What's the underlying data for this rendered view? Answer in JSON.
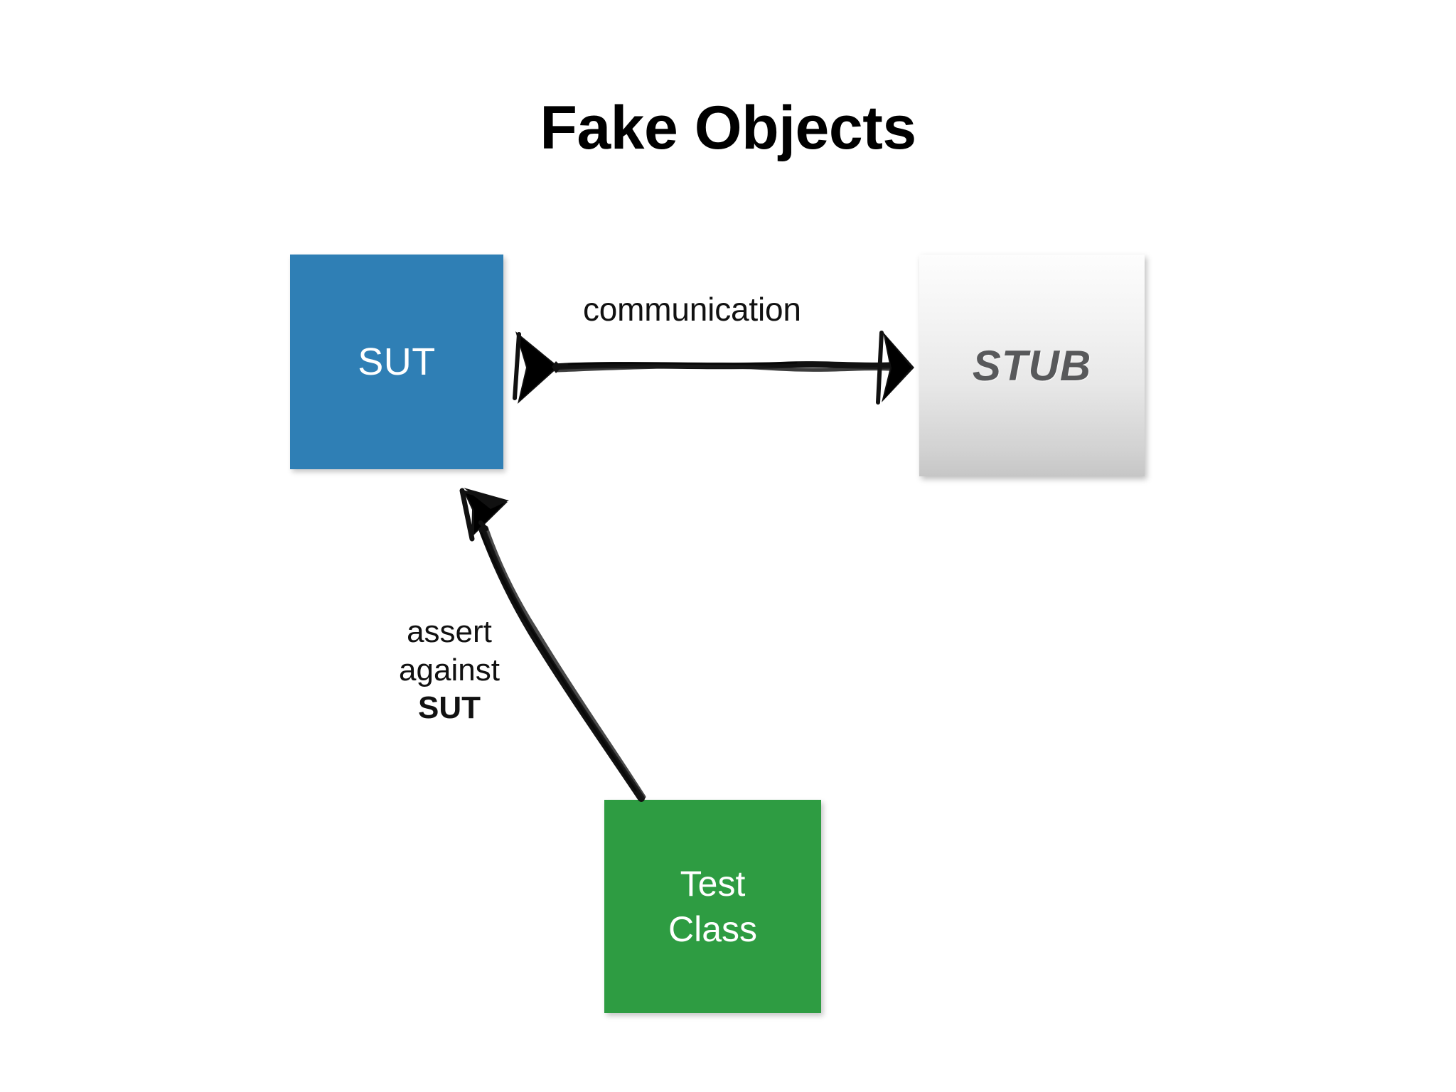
{
  "slide": {
    "background_color": "#ffffff",
    "title": "Fake Objects"
  },
  "nodes": [
    {
      "id": "sut",
      "label": "SUT",
      "role": "system-under-test",
      "fill_color": "#2f7fb5",
      "text_color": "#ffffff"
    },
    {
      "id": "stub",
      "label": "STUB",
      "role": "test-double",
      "fill_color": "#e8e8e8",
      "text_color": "#58595b"
    },
    {
      "id": "test-class",
      "label_line1": "Test",
      "label_line2": "Class",
      "role": "test-class",
      "fill_color": "#2e9c42",
      "text_color": "#ffffff"
    }
  ],
  "edges": [
    {
      "id": "sut-stub",
      "label": "communication",
      "from": "sut",
      "to": "stub",
      "style": "double-headed",
      "color": "#111111"
    },
    {
      "id": "testclass-sut",
      "label_line1": "assert",
      "label_line2": "against",
      "label_line3": "SUT",
      "from": "test-class",
      "to": "sut",
      "style": "single-headed",
      "color": "#111111"
    }
  ]
}
